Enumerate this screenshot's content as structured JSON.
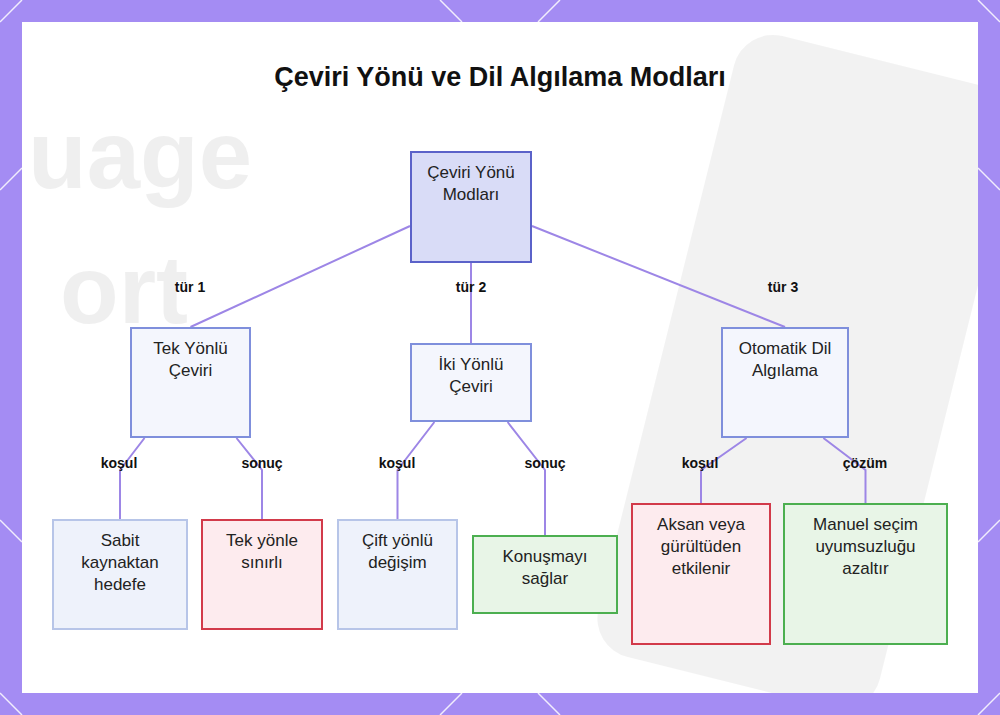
{
  "diagram": {
    "title": "Çeviri Yönü ve Dil Algılama Modları",
    "nodes": [
      {
        "text": [
          "Çeviri Yönü Modları"
        ]
      },
      {
        "text": [
          "Tek Yönlü Çeviri"
        ]
      },
      {
        "text": [
          "İki Yönlü Çeviri"
        ]
      },
      {
        "text": [
          "Otomatik Dil Algılama"
        ]
      },
      {
        "text": [
          "Sabit kaynaktan hedefe"
        ]
      },
      {
        "text": [
          "Tek yönle sınırlı"
        ]
      },
      {
        "text": [
          "Çift yönlü değişim"
        ]
      },
      {
        "text": [
          "Konuşmayı sağlar"
        ]
      },
      {
        "text": [
          "Aksan veya gürültüden etkilenir"
        ]
      },
      {
        "text": [
          "Manuel seçim uyumsuzluğu azaltır"
        ]
      }
    ],
    "edges": [
      {
        "from": 0,
        "to": 1,
        "label": "tür 1",
        "arrow": "none"
      },
      {
        "from": 0,
        "to": 2,
        "label": "tür 2",
        "arrow": "none"
      },
      {
        "from": 0,
        "to": 3,
        "label": "tür 3",
        "arrow": "none"
      },
      {
        "from": 1,
        "to": 4,
        "label": "koşul",
        "arrow": "none"
      },
      {
        "from": 1,
        "to": 5,
        "label": "sonuç",
        "arrow": "none"
      },
      {
        "from": 2,
        "to": 6,
        "label": "koşul",
        "arrow": "none"
      },
      {
        "from": 2,
        "to": 7,
        "label": "sonuç",
        "arrow": "none"
      },
      {
        "from": 3,
        "to": 8,
        "label": "koşul",
        "arrow": "none"
      },
      {
        "from": 3,
        "to": 9,
        "label": "çözüm",
        "arrow": "none"
      }
    ],
    "labels": [
      "uage",
      "ort"
    ]
  }
}
